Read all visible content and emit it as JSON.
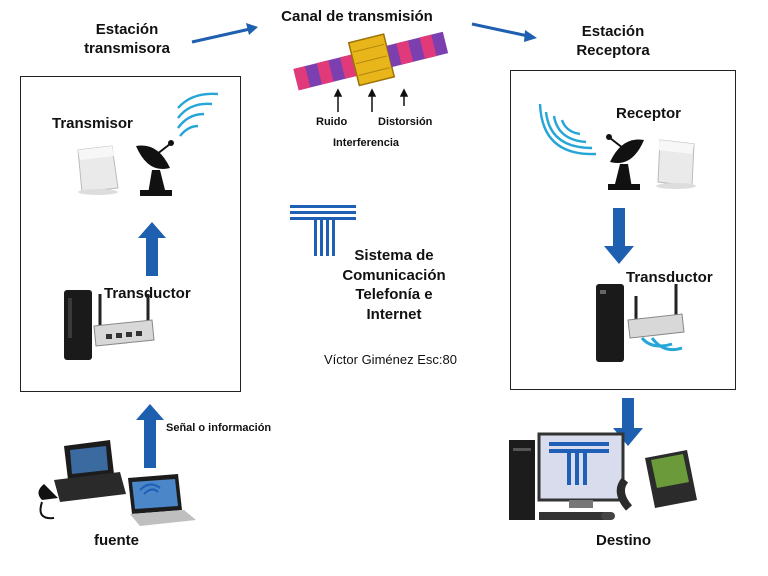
{
  "labels": {
    "tx_station": "Estación\ntransmisora",
    "channel": "Canal de transmisión",
    "rx_station": "Estación\nReceptora",
    "transmitter": "Transmisor",
    "receiver": "Receptor",
    "transducer_left": "Transductor",
    "transducer_right": "Transductor",
    "noise": "Ruido",
    "distortion": "Distorsión",
    "interference": "Interferencia",
    "signal": "Señal o información",
    "source": "fuente",
    "destination": "Destino"
  },
  "center_title": "Sistema de\nComunicación\nTelefonía e\nInternet",
  "author": "Víctor Giménez Esc:80",
  "colors": {
    "arrow_blue": "#1f5fb0",
    "signal_cyan": "#25a6d6",
    "logo_blue": "#1f5fb5"
  }
}
